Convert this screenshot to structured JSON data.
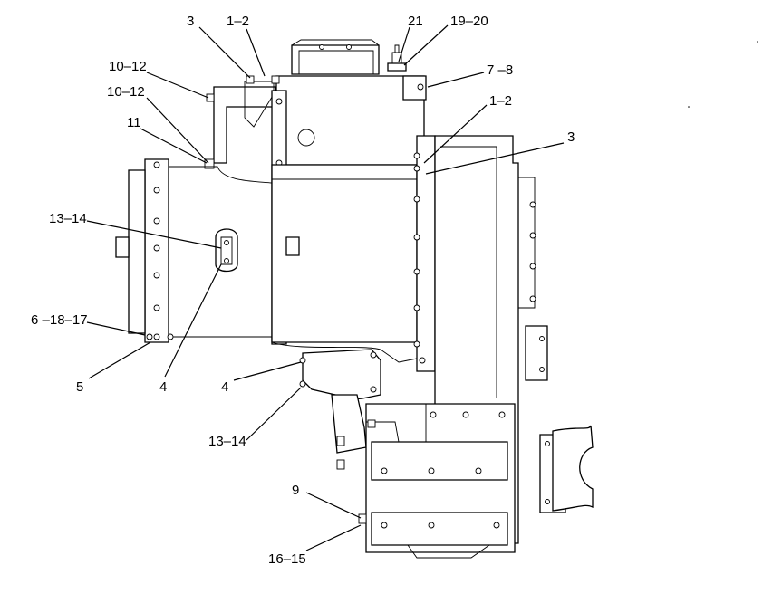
{
  "callouts": [
    {
      "id": "c1",
      "text": "3"
    },
    {
      "id": "c2",
      "text": "1–2"
    },
    {
      "id": "c3",
      "text": "21"
    },
    {
      "id": "c4",
      "text": "19–20"
    },
    {
      "id": "c5",
      "text": "10–12"
    },
    {
      "id": "c6",
      "text": "10–12"
    },
    {
      "id": "c7",
      "text": "7 –8"
    },
    {
      "id": "c8",
      "text": "11"
    },
    {
      "id": "c9",
      "text": "1–2"
    },
    {
      "id": "c10",
      "text": "3"
    },
    {
      "id": "c11",
      "text": "13–14"
    },
    {
      "id": "c12",
      "text": "6 –18–17"
    },
    {
      "id": "c13",
      "text": "5"
    },
    {
      "id": "c14",
      "text": "4"
    },
    {
      "id": "c15",
      "text": "4"
    },
    {
      "id": "c16",
      "text": "13–14"
    },
    {
      "id": "c17",
      "text": "9"
    },
    {
      "id": "c18",
      "text": "16–15"
    }
  ]
}
